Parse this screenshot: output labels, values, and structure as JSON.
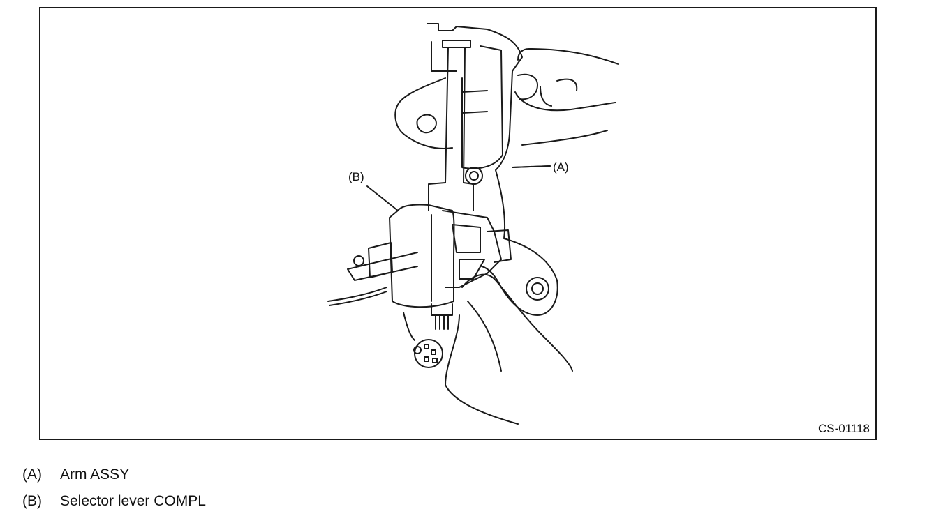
{
  "figure": {
    "figure_id": "CS-01118",
    "callouts": {
      "a": "(A)",
      "b": "(B)"
    }
  },
  "legend": [
    {
      "key": "(A)",
      "text": "Arm ASSY"
    },
    {
      "key": "(B)",
      "text": "Selector lever COMPL"
    }
  ]
}
